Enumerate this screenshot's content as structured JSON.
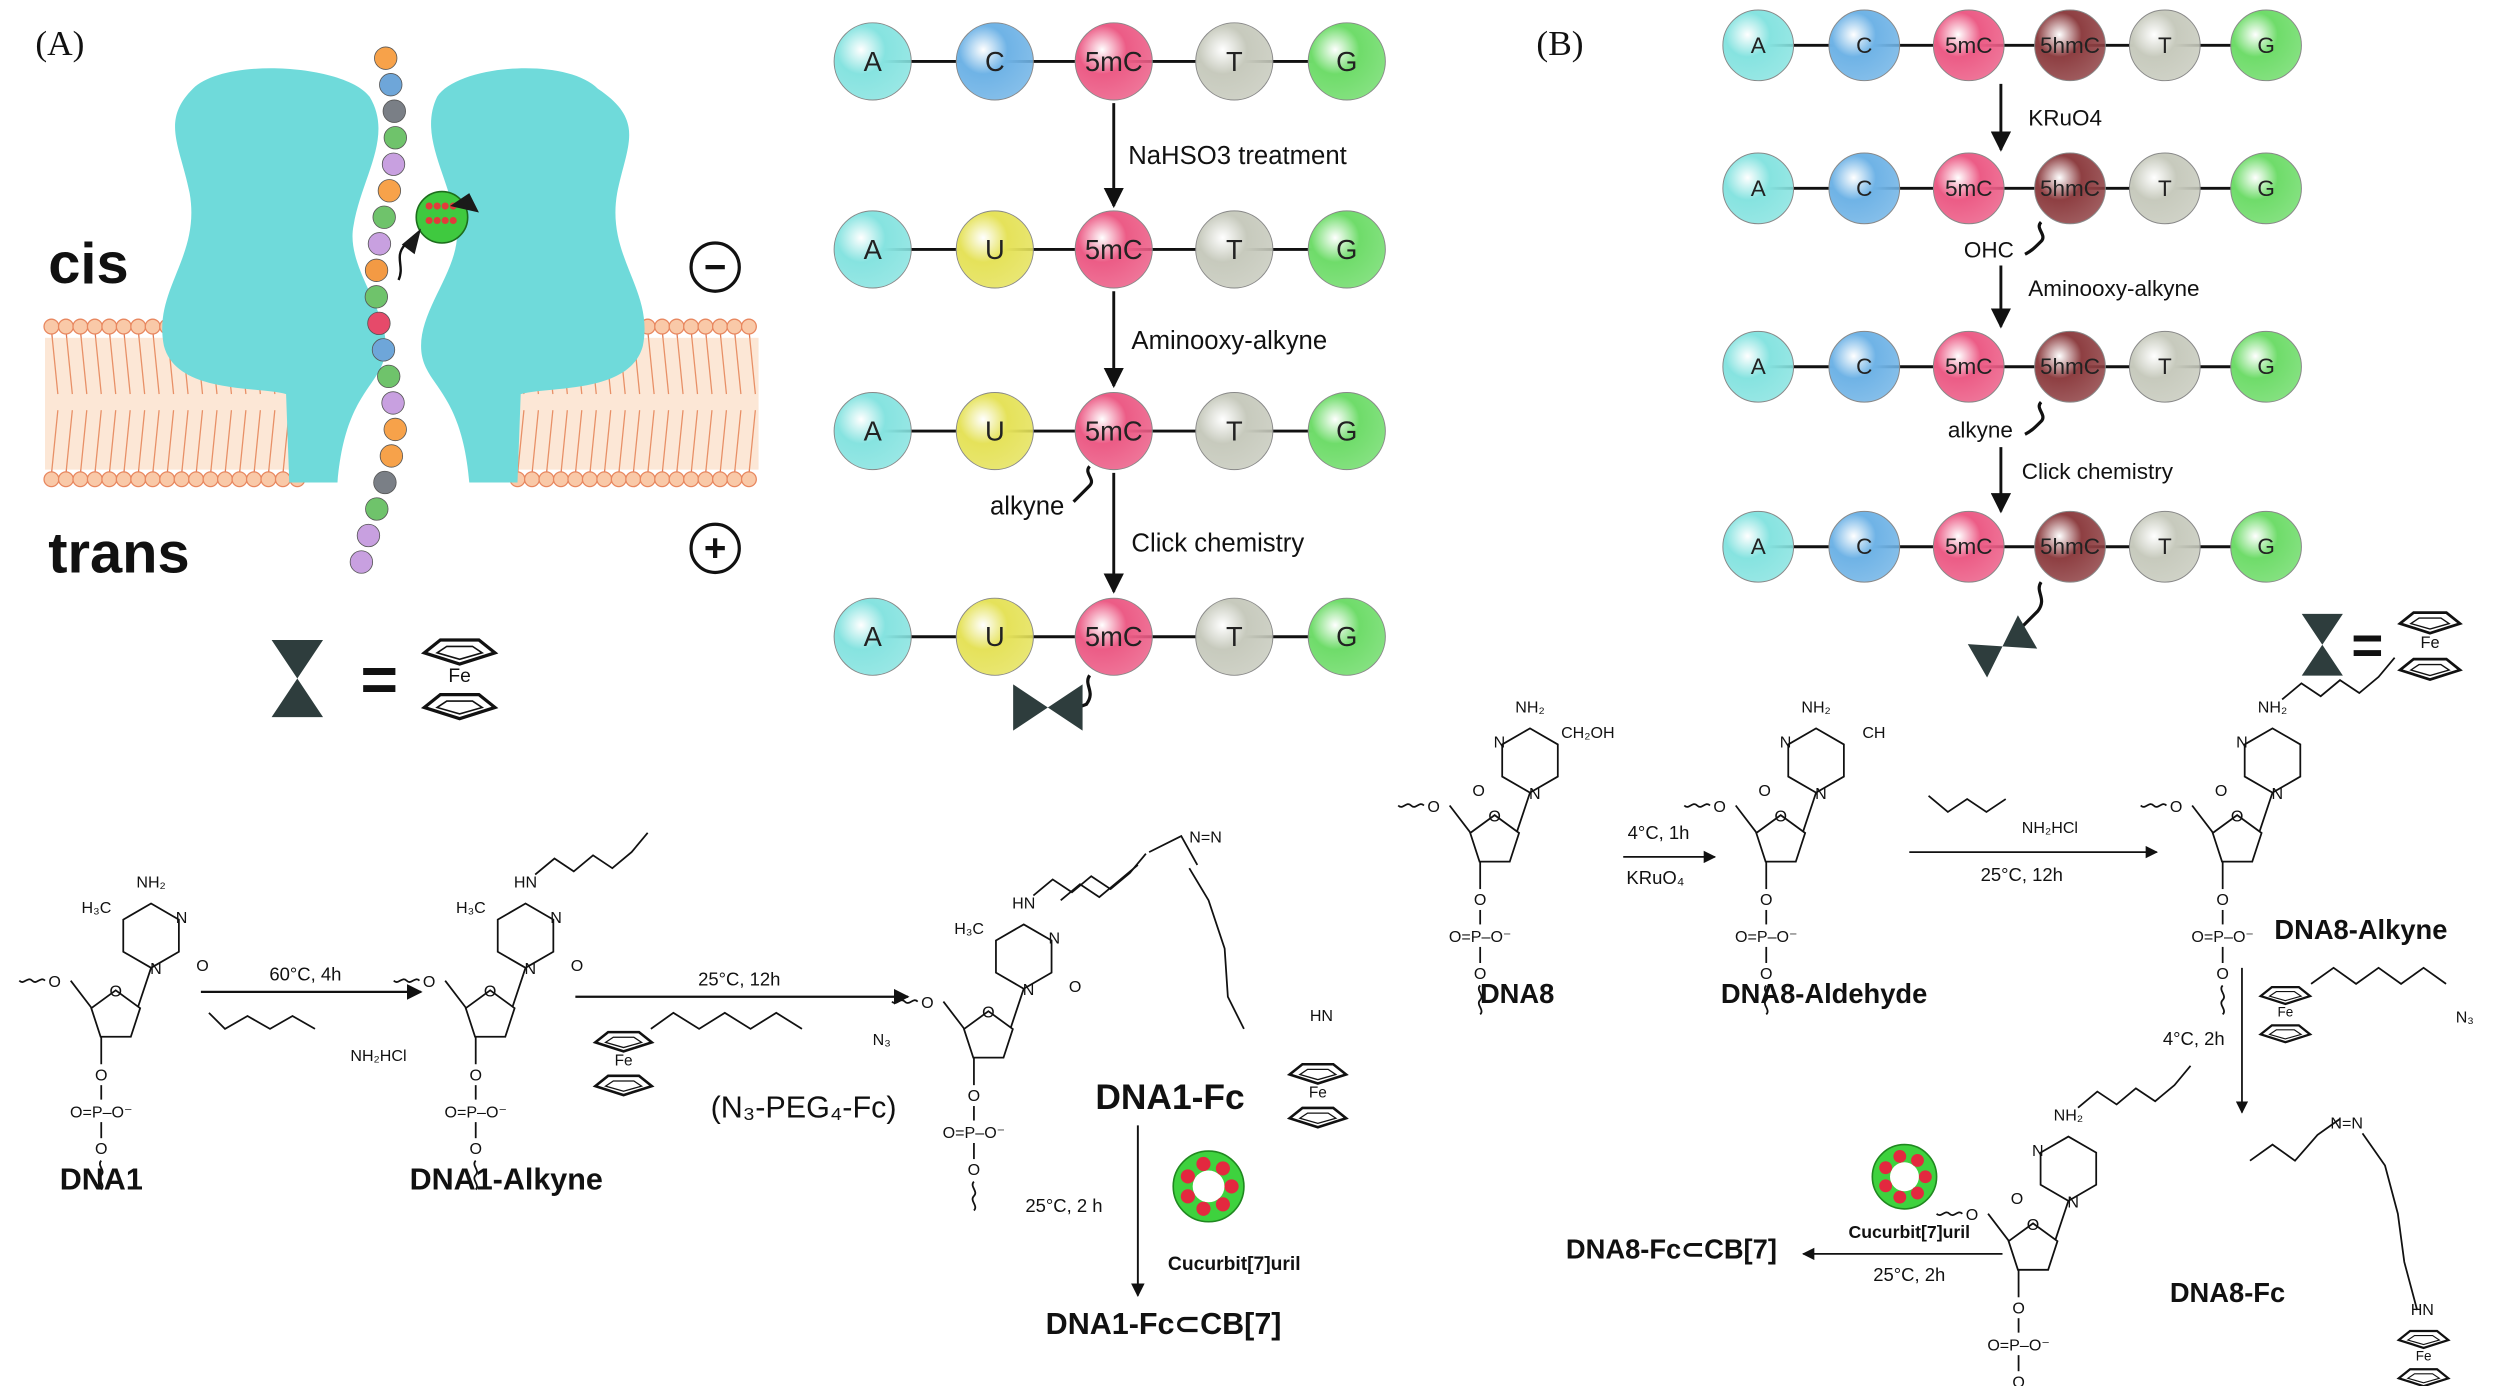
{
  "panels": {
    "a": "(A)",
    "b": "(B)"
  },
  "nanopore": {
    "cis": "cis",
    "trans": "trans",
    "minus": "−",
    "plus": "+"
  },
  "legend": {
    "equals": "=",
    "fe": "Fe"
  },
  "colors": {
    "A": "#86e3e0",
    "C": "#6fb3e6",
    "5mC": "#ec5c86",
    "5hmC": "#8e3f42",
    "T": "#c7cabd",
    "G": "#6fdc6a",
    "U": "#e5e25a",
    "pore": "#6fdada",
    "lipid": "#f7b98a"
  },
  "panel_a": {
    "rows": [
      [
        "A",
        "C",
        "5mC",
        "T",
        "G"
      ],
      [
        "A",
        "U",
        "5mC",
        "T",
        "G"
      ],
      [
        "A",
        "U",
        "5mC",
        "T",
        "G"
      ],
      [
        "A",
        "U",
        "5mC",
        "T",
        "G"
      ]
    ],
    "steps": [
      "NaHSO3 treatment",
      "Aminooxy-alkyne",
      "Click chemistry"
    ],
    "alkyne_label": "alkyne"
  },
  "panel_b": {
    "rows": [
      [
        "A",
        "C",
        "5mC",
        "5hmC",
        "T",
        "G"
      ],
      [
        "A",
        "C",
        "5mC",
        "5hmC",
        "T",
        "G"
      ],
      [
        "A",
        "C",
        "5mC",
        "5hmC",
        "T",
        "G"
      ],
      [
        "A",
        "C",
        "5mC",
        "5hmC",
        "T",
        "G"
      ]
    ],
    "steps": [
      "KRuO4",
      "Aminooxy-alkyne",
      "Click chemistry"
    ],
    "ohc_label": "OHC",
    "alkyne_label": "alkyne"
  },
  "atoms": {
    "nh2": "NH₂",
    "n": "N",
    "o": "O",
    "h3c": "H₃C",
    "ch2oh": "CH₂OH",
    "ch": "CH",
    "hn": "HN",
    "h": "H",
    "phosphate": "O=P–O⁻",
    "nn": "N=N",
    "reagent": "NH₂HCl",
    "n3": "N₃",
    "sub3": "3",
    "fe": "Fe"
  },
  "scheme_a": {
    "compounds": [
      "DNA1",
      "DNA1-Alkyne",
      "DNA1-Fc",
      "DNA1-Fc⊂CB[7]"
    ],
    "conditions": [
      "60°C, 4h",
      "25°C, 12h",
      "25°C, 2 h"
    ],
    "reagent_name": "(N₃-PEG₄-Fc)",
    "cb7": "Cucurbit[7]uril"
  },
  "scheme_b": {
    "compounds": [
      "DNA8",
      "DNA8-Aldehyde",
      "DNA8-Alkyne",
      "DNA8-Fc",
      "DNA8-Fc⊂CB[7]"
    ],
    "conditions": [
      "4°C, 1h",
      "KRuO₄",
      "25°C, 12h",
      "4°C, 2h",
      "25°C, 2h"
    ],
    "cb7": "Cucurbit[7]uril"
  }
}
